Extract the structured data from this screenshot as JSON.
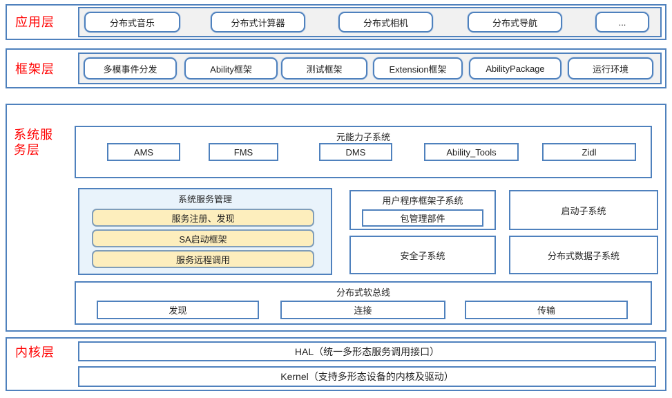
{
  "colors": {
    "border_blue": "#4f81bd",
    "label_red": "#ff0000",
    "band_gray": "#f1f1f1",
    "panel_light_blue": "#e9f3fb",
    "highlight_yellow": "#fdeebd",
    "yellow_border": "#7f9db9",
    "text_dark": "#1f1f1f"
  },
  "layers": {
    "application": {
      "label": "应用层",
      "items": [
        "分布式音乐",
        "分布式计算器",
        "分布式相机",
        "分布式导航",
        "..."
      ]
    },
    "framework": {
      "label": "框架层",
      "items": [
        "多模事件分发",
        "Ability框架",
        "测试框架",
        "Extension框架",
        "AbilityPackage",
        "运行环境"
      ]
    },
    "system_service": {
      "label": "系统服务层",
      "meta_ability": {
        "title": "元能力子系统",
        "items": [
          "AMS",
          "FMS",
          "DMS",
          "Ability_Tools",
          "Zidl"
        ]
      },
      "service_management": {
        "title": "系统服务管理",
        "items": [
          "服务注册、发现",
          "SA启动框架",
          "服务远程调用"
        ]
      },
      "user_program_framework": {
        "title": "用户程序框架子系统",
        "items": [
          "包管理部件"
        ]
      },
      "boot_subsystem": {
        "title": "启动子系统"
      },
      "security_subsystem": {
        "title": "安全子系统"
      },
      "distributed_data_subsystem": {
        "title": "分布式数据子系统"
      },
      "soft_bus": {
        "title": "分布式软总线",
        "items": [
          "发现",
          "连接",
          "传输"
        ]
      }
    },
    "kernel": {
      "label": "内核层",
      "items": [
        "HAL（统一多形态服务调用接口）",
        "Kernel（支持多形态设备的内核及驱动）"
      ]
    }
  }
}
